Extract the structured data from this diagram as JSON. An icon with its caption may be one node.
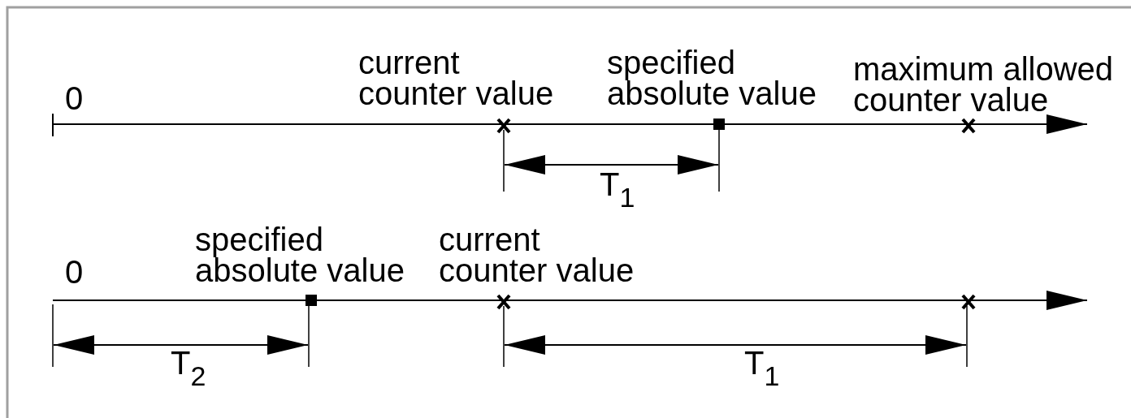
{
  "diagram": {
    "labels": [
      "current counter value",
      "specified absolute value",
      "maximum allowed counter value",
      "0",
      "T$_{1}$",
      "specified absolute value",
      "current counter value",
      "0",
      "T$_{2}$",
      "T$_{1}$"
    ]
  }
}
